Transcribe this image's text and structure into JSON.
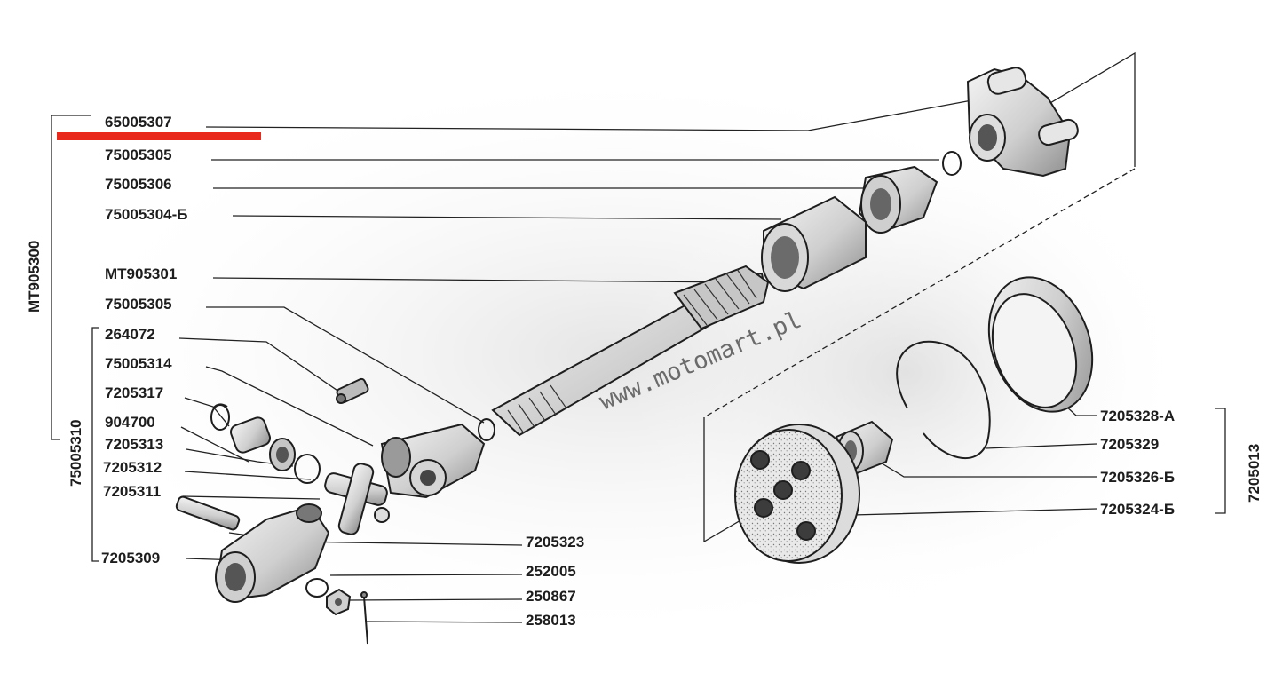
{
  "diagram": {
    "assembly_label": "MT905300",
    "subassembly_left_label": "75005310",
    "subassembly_right_label": "7205013",
    "watermark": "www.motomart.pl",
    "highlight_color": "#e8291c",
    "left_labels": [
      "65005307",
      "75005305",
      "75005306",
      "75005304-Б",
      "MT905301",
      "75005305",
      "264072",
      "75005314",
      "7205317",
      "904700",
      "7205313",
      "7205312",
      "7205311",
      "7205309"
    ],
    "bottom_labels": [
      "7205323",
      "252005",
      "250867",
      "258013"
    ],
    "right_labels": [
      "7205328-А",
      "7205329",
      "7205326-Б",
      "7205324-Б"
    ]
  }
}
